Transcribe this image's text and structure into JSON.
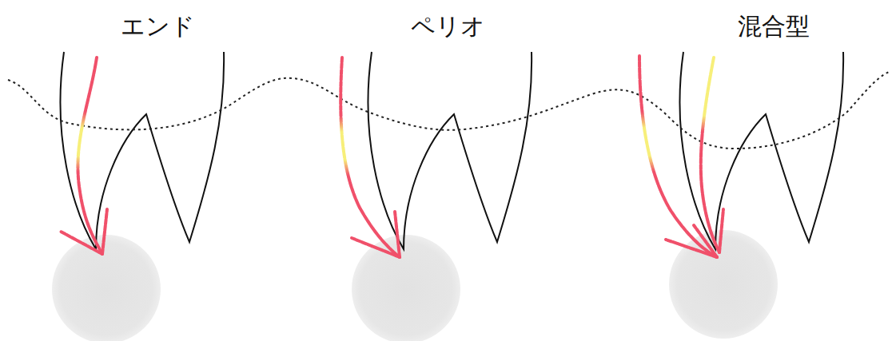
{
  "diagram": {
    "labels": [
      "エンド",
      "ペリオ",
      "混合型"
    ]
  }
}
